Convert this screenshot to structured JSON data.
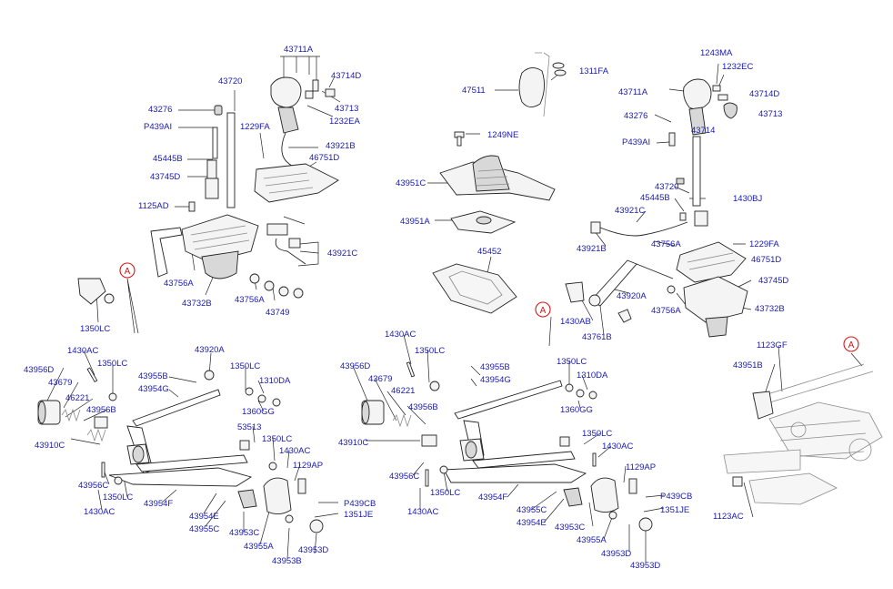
{
  "callouts": [
    "A",
    "A",
    "A"
  ],
  "labels": [
    "43711A",
    "43714D",
    "43720",
    "43713",
    "1232EA",
    "43276",
    "P439AI",
    "1229FA",
    "43921B",
    "46751D",
    "45445B",
    "43745D",
    "1125AD",
    "43921C",
    "43756A",
    "43732B",
    "43756A",
    "43749",
    "1350LC",
    "47511",
    "1311FA",
    "1249NE",
    "43951C",
    "43951A",
    "45452",
    "1243MA",
    "1232EC",
    "43711A",
    "43714D",
    "43713",
    "43276",
    "43714",
    "P439AI",
    "43720",
    "45445B",
    "1430BJ",
    "43921C",
    "43756A",
    "1229FA",
    "43921B",
    "46751D",
    "43745D",
    "43920A",
    "43756A",
    "43732B",
    "1430AB",
    "43761B",
    "1430AC",
    "43956D",
    "43679",
    "46221",
    "43956B",
    "43910C",
    "1350LC",
    "43955B",
    "43954G",
    "43920A",
    "1350LC",
    "1310DA",
    "1360GG",
    "53513",
    "1350LC",
    "1430AC",
    "1129AP",
    "43956C",
    "1350LC",
    "1430AC",
    "43954F",
    "43954E",
    "43955C",
    "43953C",
    "43955A",
    "43953B",
    "P439CB",
    "1351JE",
    "43953D",
    "1430AC",
    "1350LC",
    "43956D",
    "43679",
    "46221",
    "43956B",
    "43910C",
    "43955B",
    "43954G",
    "1350LC",
    "1310DA",
    "1360GG",
    "1350LC",
    "1430AC",
    "1129AP",
    "43956C",
    "1350LC",
    "1430AC",
    "43954F",
    "43955C",
    "43954E",
    "43953C",
    "43955A",
    "P439CB",
    "1351JE",
    "43953D",
    "43953D",
    "1123GF",
    "43951B",
    "1123AC"
  ]
}
